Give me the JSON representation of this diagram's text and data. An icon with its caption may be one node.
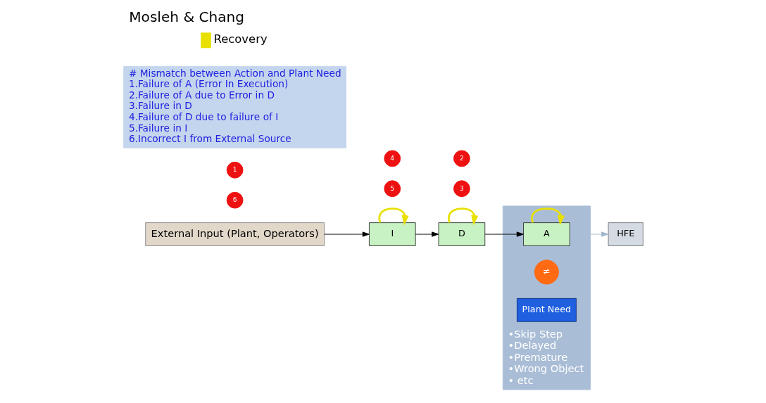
{
  "diagram": {
    "title": "Mosleh & Chang",
    "nodes": [
      {
        "text": [
          "External Input (Plant, Operators)"
        ]
      },
      {
        "text": [
          "I"
        ]
      },
      {
        "text": [
          "D"
        ]
      },
      {
        "text": [
          "•Skip Step",
          "•Delayed",
          "•Premature",
          "•Wrong Object",
          "• etc"
        ]
      },
      {
        "text": [
          "A"
        ],
        "in": 3
      },
      {
        "text": [
          "≠"
        ],
        "in": 3
      },
      {
        "text": [
          "Plant Need"
        ],
        "in": 3
      },
      {
        "text": [
          "HFE"
        ]
      },
      {
        "text": [
          "6"
        ]
      },
      {
        "text": [
          "5"
        ]
      },
      {
        "text": [
          "4"
        ]
      },
      {
        "text": [
          "3"
        ]
      },
      {
        "text": [
          "2"
        ]
      },
      {
        "text": [
          "1"
        ]
      },
      {
        "text": [
          "# Mismatch between Action and Plant Need",
          "1.Failure of A (Error In Execution)",
          "2.Failure of A due to Error in D",
          "3.Failure in D",
          "4.Failure of D due to failure of I",
          "5.Failure in I",
          "6.Incorrect I from External Source"
        ]
      }
    ],
    "edges": [
      {
        "from": 0,
        "to": 1,
        "arrow": "to"
      },
      {
        "from": 1,
        "to": 2,
        "arrow": "to"
      },
      {
        "from": 2,
        "to": 4,
        "arrow": "to"
      },
      {
        "from": 3,
        "to": 7,
        "arrow": "to",
        "color": "#9fb8cc"
      },
      {
        "from": 1,
        "to": 1,
        "arrow": "to",
        "style": "thick",
        "color": "#e8e000"
      },
      {
        "from": 2,
        "to": 2,
        "arrow": "to",
        "style": "thick",
        "color": "#e8e000"
      },
      {
        "from": 4,
        "to": 4,
        "arrow": "to",
        "style": "thick",
        "color": "#e8e000"
      }
    ],
    "legend": [
      {
        "text": "Recovery"
      }
    ]
  }
}
